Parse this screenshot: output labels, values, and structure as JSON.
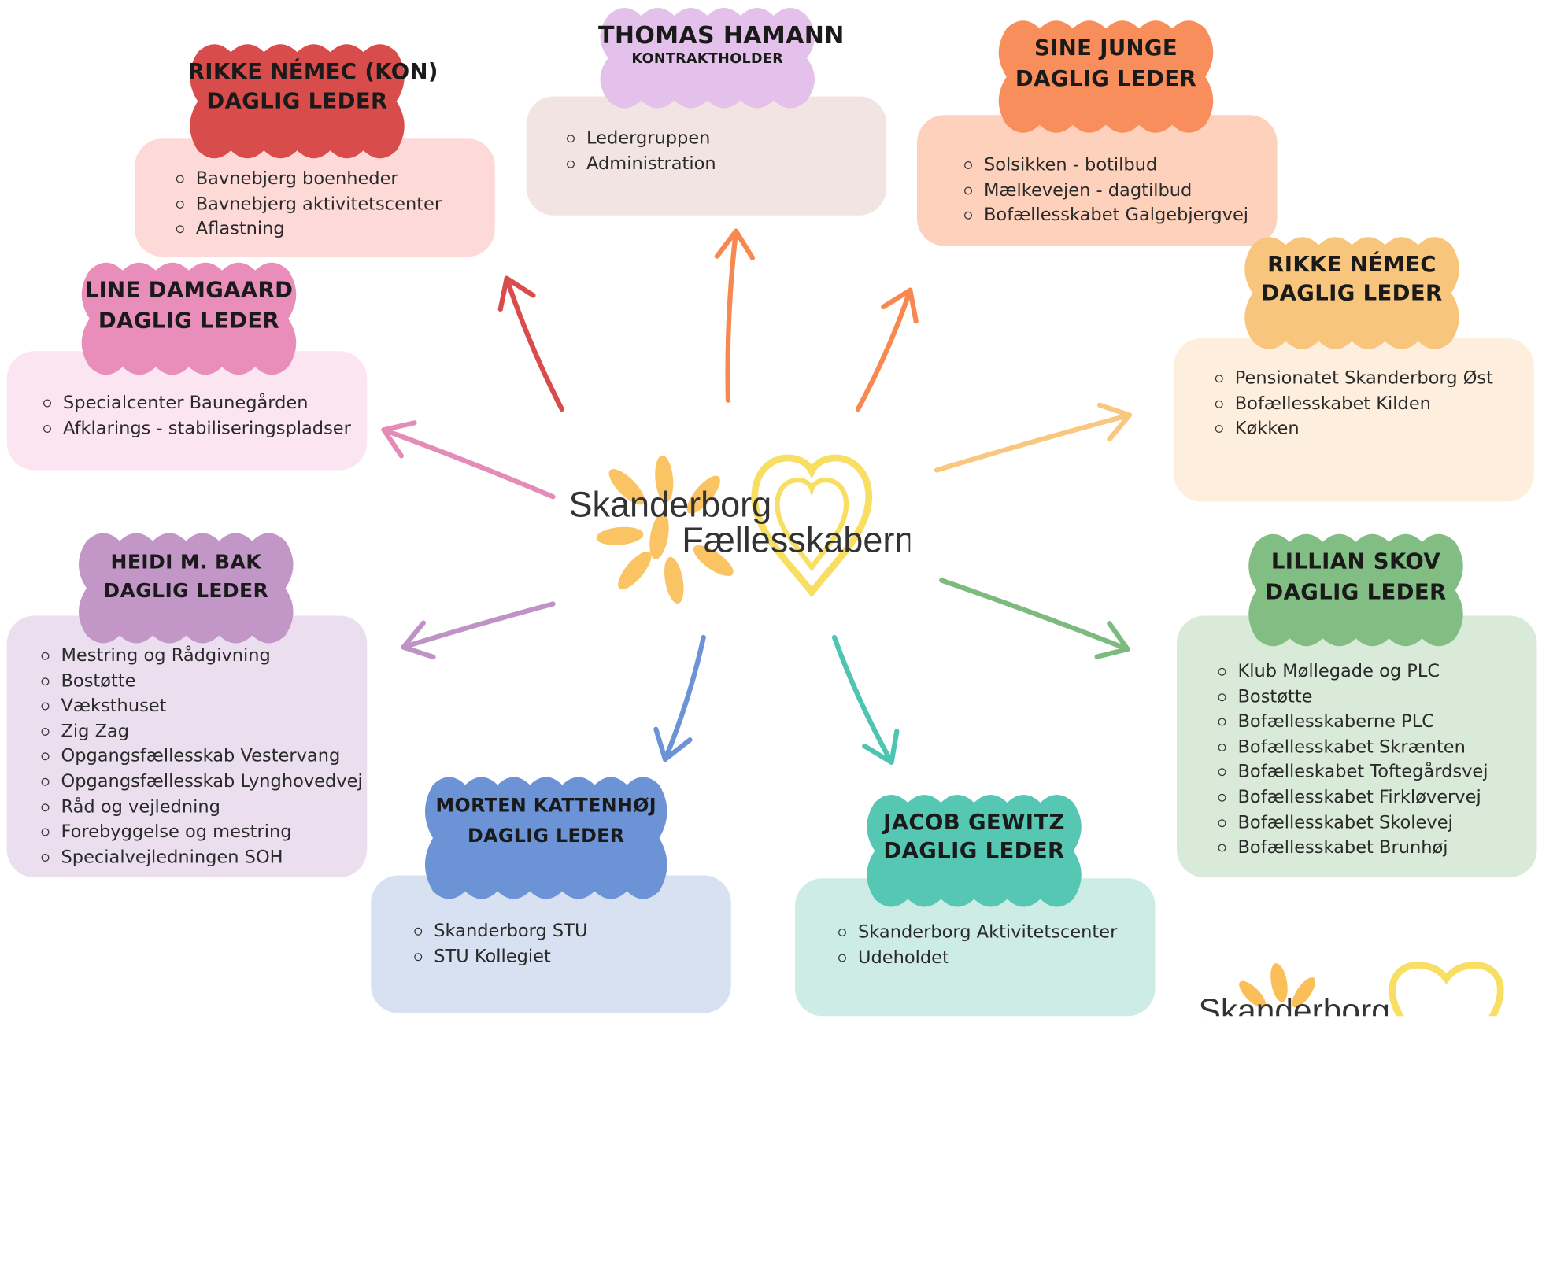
{
  "center_logo": {
    "line1": "Skanderborg",
    "line2": "Fællesskaberne"
  },
  "corner_logo": {
    "text": "Skanderborg"
  },
  "units": [
    {
      "name": "THOMAS HAMANN",
      "role": "KONTRAKTHOLDER",
      "color": "#e4c1ea",
      "box_color": "#f2e4e3",
      "items": [
        "Ledergruppen",
        "Administration"
      ]
    },
    {
      "name": "SINE JUNGE",
      "role": "DAGLIG LEDER",
      "color": "#f98e5d",
      "box_color": "#fdd1bb",
      "items": [
        "Solsikken - botilbud",
        "Mælkevejen - dagtilbud",
        "Bofællesskabet Galgebjergvej"
      ]
    },
    {
      "name": "RIKKE NÉMEC",
      "role": "DAGLIG LEDER",
      "color": "#f8c57c",
      "box_color": "#feeedd",
      "items": [
        "Pensionatet Skanderborg Øst",
        "Bofællesskabet Kilden",
        "Køkken"
      ]
    },
    {
      "name": "LILLIAN SKOV",
      "role": "DAGLIG LEDER",
      "color": "#82be84",
      "box_color": "#d9ebd8",
      "items": [
        "Klub Møllegade og PLC",
        "Bostøtte",
        "Bofællesskaberne PLC",
        "Bofællesskabet Skrænten",
        "Bofælleskabet Toftegårdsvej",
        "Bofællesskabet Firkløvervej",
        "Bofællesskabet Skolevej",
        "Bofællesskabet Brunhøj"
      ]
    },
    {
      "name": "JACOB GEWITZ",
      "role": "DAGLIG LEDER",
      "color": "#55c7b2",
      "box_color": "#cdece6",
      "items": [
        "Skanderborg Aktivitetscenter",
        "Udeholdet"
      ]
    },
    {
      "name": "MORTEN KATTENHØJ",
      "role": "DAGLIG LEDER",
      "color": "#6b93d6",
      "box_color": "#d7e1f1",
      "items": [
        "Skanderborg STU",
        "STU Kollegiet"
      ]
    },
    {
      "name": "HEIDI M. BAK",
      "role": "DAGLIG LEDER",
      "color": "#c297c8",
      "box_color": "#ebdeee",
      "items": [
        "Mestring og Rådgivning",
        "Bostøtte",
        "Væksthuset",
        "Zig Zag",
        "Opgangsfællesskab Vestervang",
        "Opgangsfællesskab Lynghovedvej",
        "Råd og vejledning",
        "Forebyggelse og mestring",
        "Specialvejledningen SOH"
      ]
    },
    {
      "name": "LINE DAMGAARD",
      "role": "DAGLIG LEDER",
      "color": "#e98dbb",
      "box_color": "#fae5f0",
      "items": [
        "Specialcenter Baunegården",
        "Afklarings - stabiliseringspladser"
      ]
    },
    {
      "name": "RIKKE NÉMEC (KON)",
      "role": "DAGLIG LEDER",
      "color": "#d94c4c",
      "box_color": "#fddad8",
      "items": [
        "Bavnebjerg boenheder",
        "Bavnebjerg aktivitetscenter",
        "Aflastning"
      ]
    }
  ],
  "arrow_colors": [
    "#f7884f",
    "#f8884f",
    "#f9c77f",
    "#7dba7e",
    "#4fc4b0",
    "#6b93d6",
    "#bf93c6",
    "#e48bb8",
    "#d94c4c"
  ],
  "logo_colors": {
    "petals": "#f9b43c",
    "heart": "#f8df64",
    "text": "#333333"
  }
}
